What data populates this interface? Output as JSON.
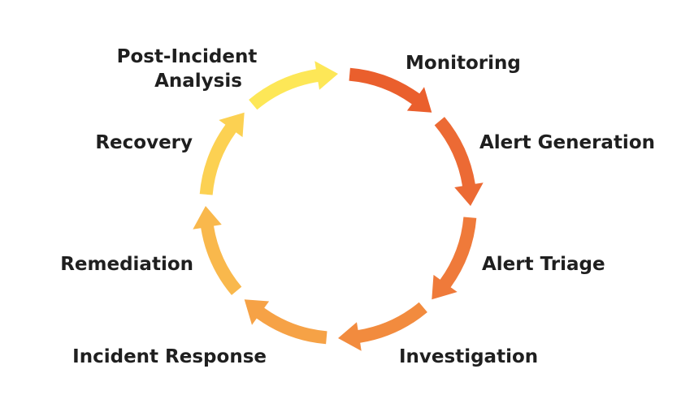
{
  "diagram": {
    "stages": [
      {
        "lines": [
          "Monitoring"
        ],
        "color": "#ea5f2d"
      },
      {
        "lines": [
          "Alert Generation"
        ],
        "color": "#ec6a34"
      },
      {
        "lines": [
          "Alert Triage"
        ],
        "color": "#ef7a3a"
      },
      {
        "lines": [
          "Investigation"
        ],
        "color": "#f28b3e"
      },
      {
        "lines": [
          "Incident Response"
        ],
        "color": "#f6a246"
      },
      {
        "lines": [
          "Remediation"
        ],
        "color": "#f9b84c"
      },
      {
        "lines": [
          "Recovery"
        ],
        "color": "#fcd152"
      },
      {
        "lines": [
          "Post-Incident",
          "Analysis"
        ],
        "color": "#fde757"
      }
    ]
  }
}
